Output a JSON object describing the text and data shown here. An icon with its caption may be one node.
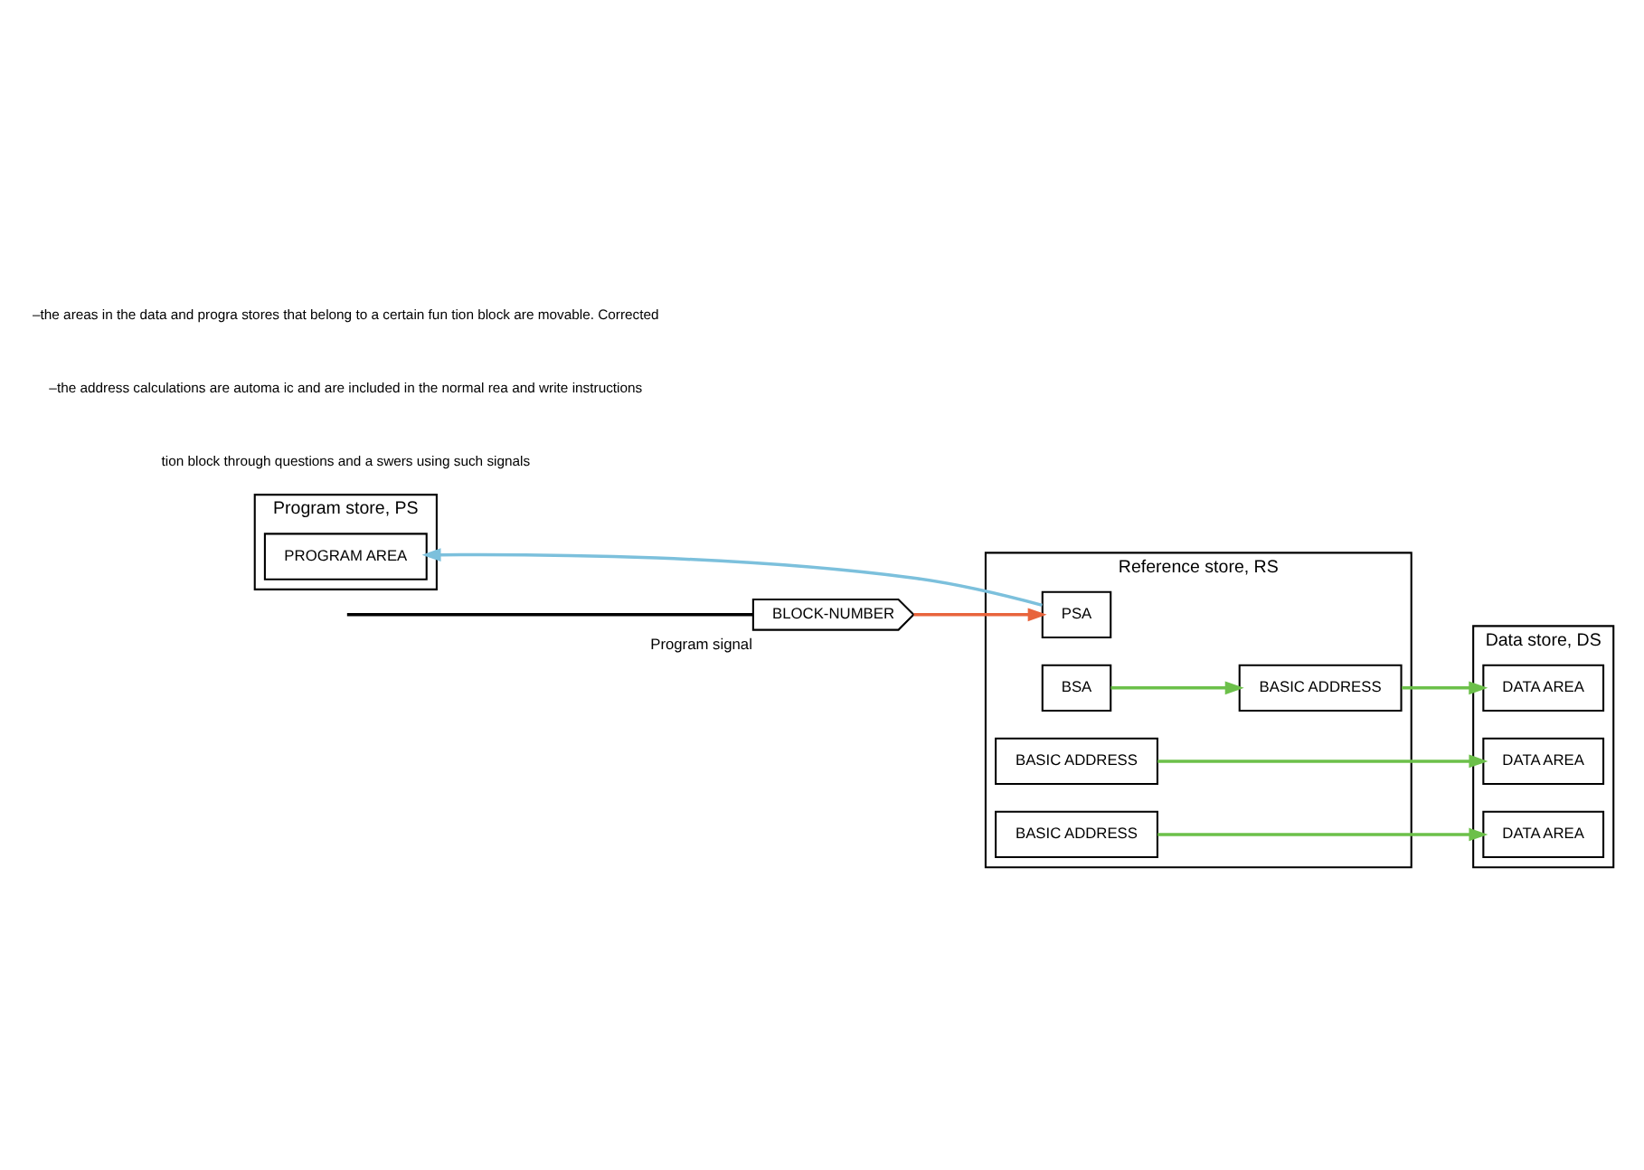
{
  "diagram": {
    "nodes": [
      {
        "text": [
          "BLOCK-NUMBER"
        ],
        "beside": [
          "Program signal"
        ]
      },
      {
        "text": [
          "Program store, PS"
        ]
      },
      {
        "text": [
          "PROGRAM AREA"
        ],
        "in": 1
      },
      {
        "text": [
          "Reference store, RS"
        ]
      },
      {
        "text": [
          "PSA"
        ],
        "in": 3
      },
      {
        "text": [
          "BSA"
        ],
        "in": 3
      },
      {
        "text": [
          "BASIC ADDRESS"
        ],
        "in": 3
      },
      {
        "text": [
          "BASIC ADDRESS"
        ],
        "in": 3
      },
      {
        "text": [
          "BASIC ADDRESS"
        ],
        "in": 3
      },
      {
        "text": [
          "Data store, DS"
        ]
      },
      {
        "text": [
          "DATA AREA"
        ],
        "in": 9
      },
      {
        "text": [
          "DATA AREA"
        ],
        "in": 9
      },
      {
        "text": [
          "DATA AREA"
        ],
        "in": 9
      }
    ],
    "edges": [
      {
        "from": null,
        "to": 0,
        "arrow": "none",
        "color": "#000000"
      },
      {
        "from": 0,
        "to": 4,
        "arrow": "to",
        "color": "#e8643c"
      },
      {
        "from": 4,
        "to": 2,
        "arrow": "to",
        "color": "#7cc0dc"
      },
      {
        "from": 5,
        "to": 6,
        "arrow": "to",
        "color": "#6cc04a"
      },
      {
        "from": 6,
        "to": 10,
        "arrow": "to",
        "color": "#6cc04a"
      },
      {
        "from": 7,
        "to": 11,
        "arrow": "to",
        "color": "#6cc04a"
      },
      {
        "from": 8,
        "to": 12,
        "arrow": "to",
        "color": "#6cc04a"
      }
    ],
    "labels": [
      "tion block through questions and a swers using such signals",
      "–the address calculations are automa ic and are included in the normal rea and write instructions",
      "–the areas in the data and progra stores that belong to a certain fun tion block are movable. Corrected"
    ]
  }
}
